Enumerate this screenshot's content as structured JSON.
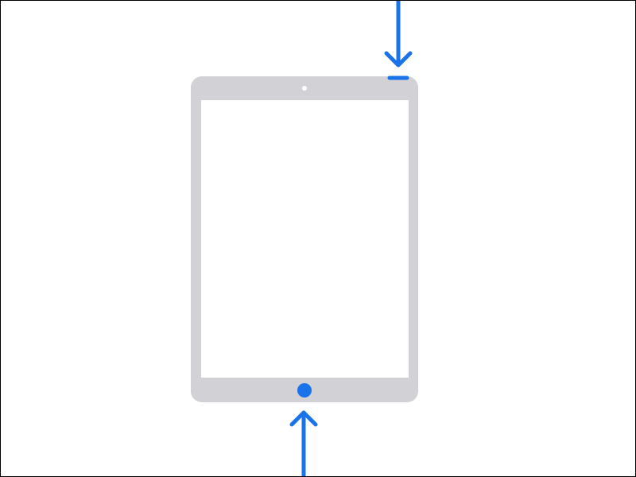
{
  "diagram": {
    "device": "ipad-front",
    "highlighted_controls": [
      "top-button",
      "home-button"
    ],
    "colors": {
      "device_body": "#d1d1d6",
      "screen": "#ffffff",
      "camera": "#ffffff",
      "highlight": "#1a73e8",
      "border": "#000000"
    },
    "icons": {
      "top_arrow": "arrow-down-icon",
      "bottom_arrow": "arrow-up-icon"
    }
  }
}
